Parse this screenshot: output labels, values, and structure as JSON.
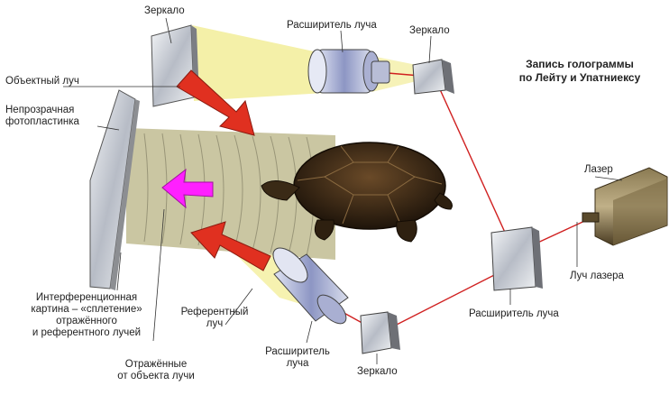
{
  "title_line1": "Запись голограммы",
  "title_line2": "по Лейту и Упатниексу",
  "labels": {
    "mirror_top": "Зеркало",
    "beam_expander_top": "Расширитель луча",
    "mirror_top_right": "Зеркало",
    "object_beam": "Объектный луч",
    "plate_line1": "Непрозрачная",
    "plate_line2": "фотопластинка",
    "laser": "Лазер",
    "laser_beam": "Луч лазера",
    "beam_expander_right": "Расширитель луча",
    "interference_line1": "Интерференционная",
    "interference_line2": "картина – «сплетение»",
    "interference_line3": "отражённого",
    "interference_line4": "и референтного лучей",
    "reference_beam_line1": "Референтный",
    "reference_beam_line2": "луч",
    "beam_expander_bottom_line1": "Расширитель",
    "beam_expander_bottom_line2": "луча",
    "reflected_line1": "Отражённые",
    "reflected_line2": "от объекта лучи",
    "mirror_bottom": "Зеркало"
  },
  "colors": {
    "beam_red": "#d02020",
    "light_yellow": "#f4f0a8",
    "arrow_red": "#e03020",
    "arrow_magenta": "#ff20ff",
    "fringe_field": "#c8c4a0",
    "turtle_dark": "#2a1e10"
  }
}
